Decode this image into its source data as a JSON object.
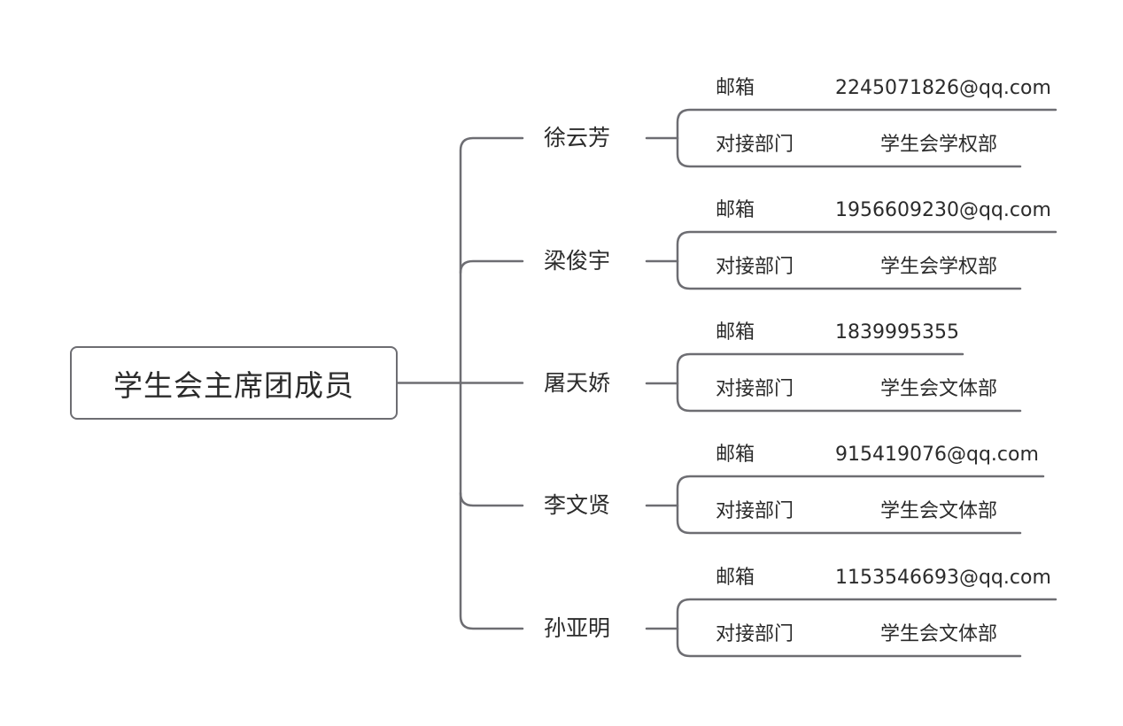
{
  "root": {
    "title": "学生会主席团成员"
  },
  "members": [
    {
      "name": "徐云芳",
      "email_label": "邮箱",
      "email": "2245071826@qq.com",
      "dept_label": "对接部门",
      "dept": "学生会学权部"
    },
    {
      "name": "梁俊宇",
      "email_label": "邮箱",
      "email": "1956609230@qq.com",
      "dept_label": "对接部门",
      "dept": "学生会学权部"
    },
    {
      "name": "屠天娇",
      "email_label": "邮箱",
      "email": "1839995355",
      "dept_label": "对接部门",
      "dept": "学生会文体部"
    },
    {
      "name": "李文贤",
      "email_label": "邮箱",
      "email": "915419076@qq.com",
      "dept_label": "对接部门",
      "dept": "学生会文体部"
    },
    {
      "name": "孙亚明",
      "email_label": "邮箱",
      "email": "1153546693@qq.com",
      "dept_label": "对接部门",
      "dept": "学生会文体部"
    }
  ],
  "colors": {
    "line": "#6d6d72",
    "text": "#2b2b2b"
  }
}
